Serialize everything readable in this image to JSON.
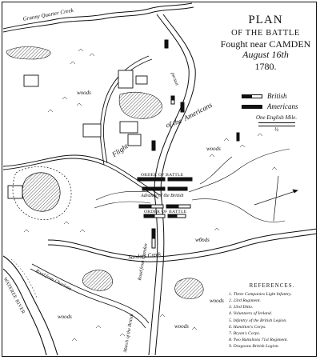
{
  "title": {
    "line1": "PLAN",
    "line2": "OF THE BATTLE",
    "line3": "Fought near CAMDEN",
    "line4": "August 16th",
    "line5": "1780."
  },
  "legend": {
    "british": "British",
    "americans": "Americans"
  },
  "scale": {
    "label": "One English Mile.",
    "half": "½"
  },
  "references": {
    "title": "REFERENCES.",
    "items": [
      "1. Three Companies Light Infantry.",
      "2. 23rd Regiment.",
      "3. 33rd Ditto.",
      "4. Volunteers of Ireland.",
      "5. Infantry of the British Legion.",
      "6. Hamilton's Corps.",
      "7. Bryan's Corps.",
      "8. Two Battalions 71st Regiment.",
      "9. Dragoons British Legion."
    ]
  },
  "map_labels": {
    "creek_top": "Granny Quarter Creek",
    "woods_left": "woods",
    "woods_right": "woods",
    "woods_lower": "woods",
    "woods_bottom1": "woods",
    "woods_bottom2": "woods",
    "woods_bottom3": "woods",
    "flight": "Flight",
    "of_the": "of the",
    "americans_road": "Americans",
    "pursuit": "pursuit",
    "order_battle1": "ORDER OF BATTLE",
    "order_battle2": "ORDER OF BATTLE",
    "advance": "Advance of the British",
    "sanders": "Sanders Creek",
    "wateree": "WATEREE RIVER",
    "road_camden": "Road from Camden",
    "march": "March of the British",
    "road_charlotte": "Road from Charlotte"
  },
  "colors": {
    "ink": "#111111",
    "paper": "#ffffff"
  }
}
